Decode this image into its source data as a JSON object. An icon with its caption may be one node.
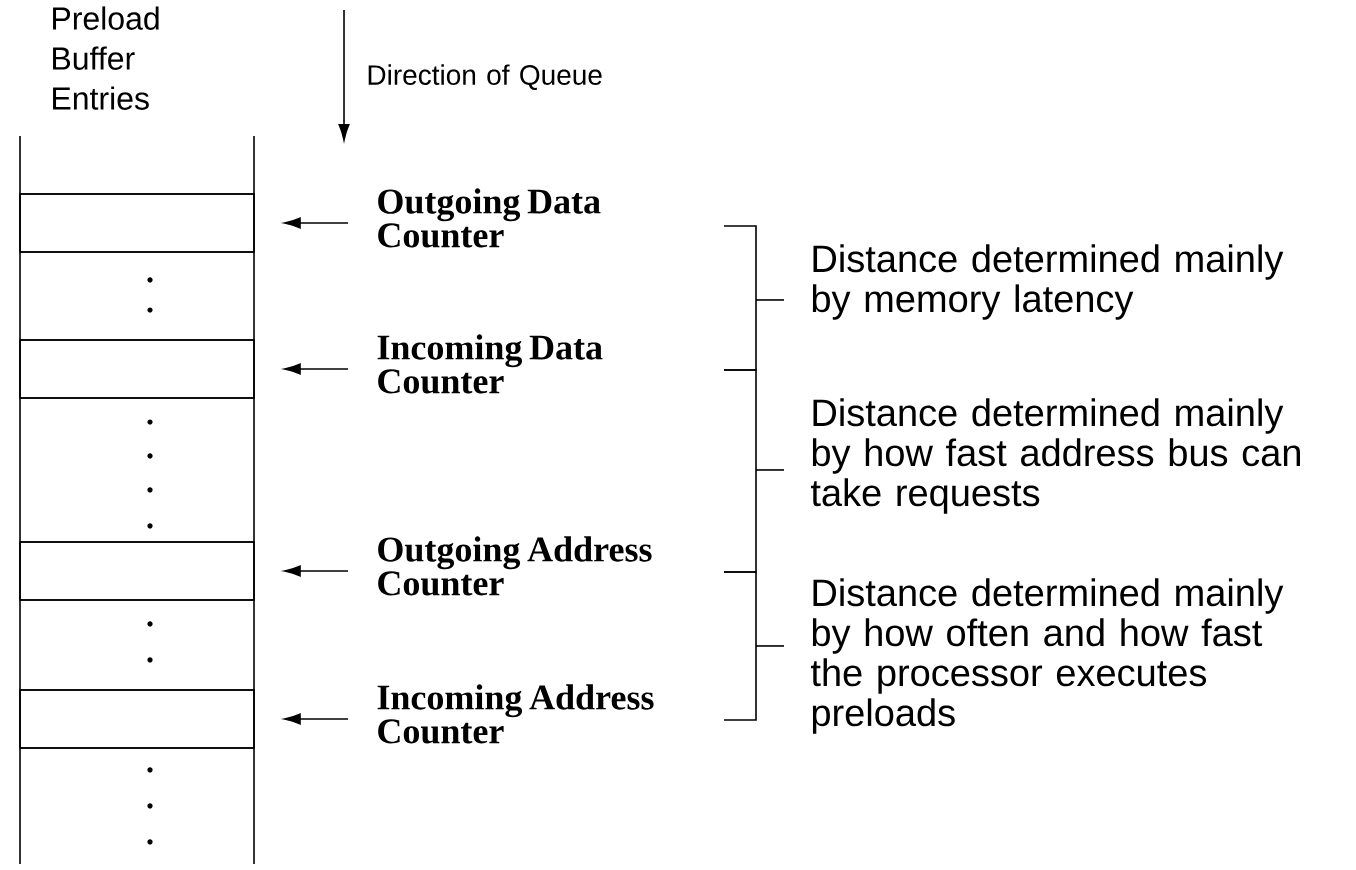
{
  "diagram": {
    "nodes": [
      {
        "text": [],
        "shape": "bar"
      },
      {
        "text": [],
        "shape": "bar"
      },
      {
        "text": [],
        "shape": "bar"
      },
      {
        "text": [],
        "shape": "bar"
      },
      {
        "text": [
          "Outgoing Data Counter"
        ]
      },
      {
        "text": [
          "Incoming Data Counter"
        ]
      },
      {
        "text": [
          "Outgoing Address Counter"
        ]
      },
      {
        "text": [
          "Incoming Address Counter"
        ]
      }
    ],
    "edges": [
      {
        "from": 4,
        "to": 0,
        "arrow": "to"
      },
      {
        "from": 5,
        "to": 1,
        "arrow": "to"
      },
      {
        "from": 6,
        "to": 2,
        "arrow": "to"
      },
      {
        "from": 7,
        "to": 3,
        "arrow": "to"
      }
    ],
    "labels": [
      "Preload Buffer Entries",
      "Direction of Queue",
      "Distance determined mainly by memory latency",
      "Distance determined mainly by how fast address bus can take requests",
      "Distance determined mainly by how often and how fast the processor executes preloads"
    ]
  }
}
